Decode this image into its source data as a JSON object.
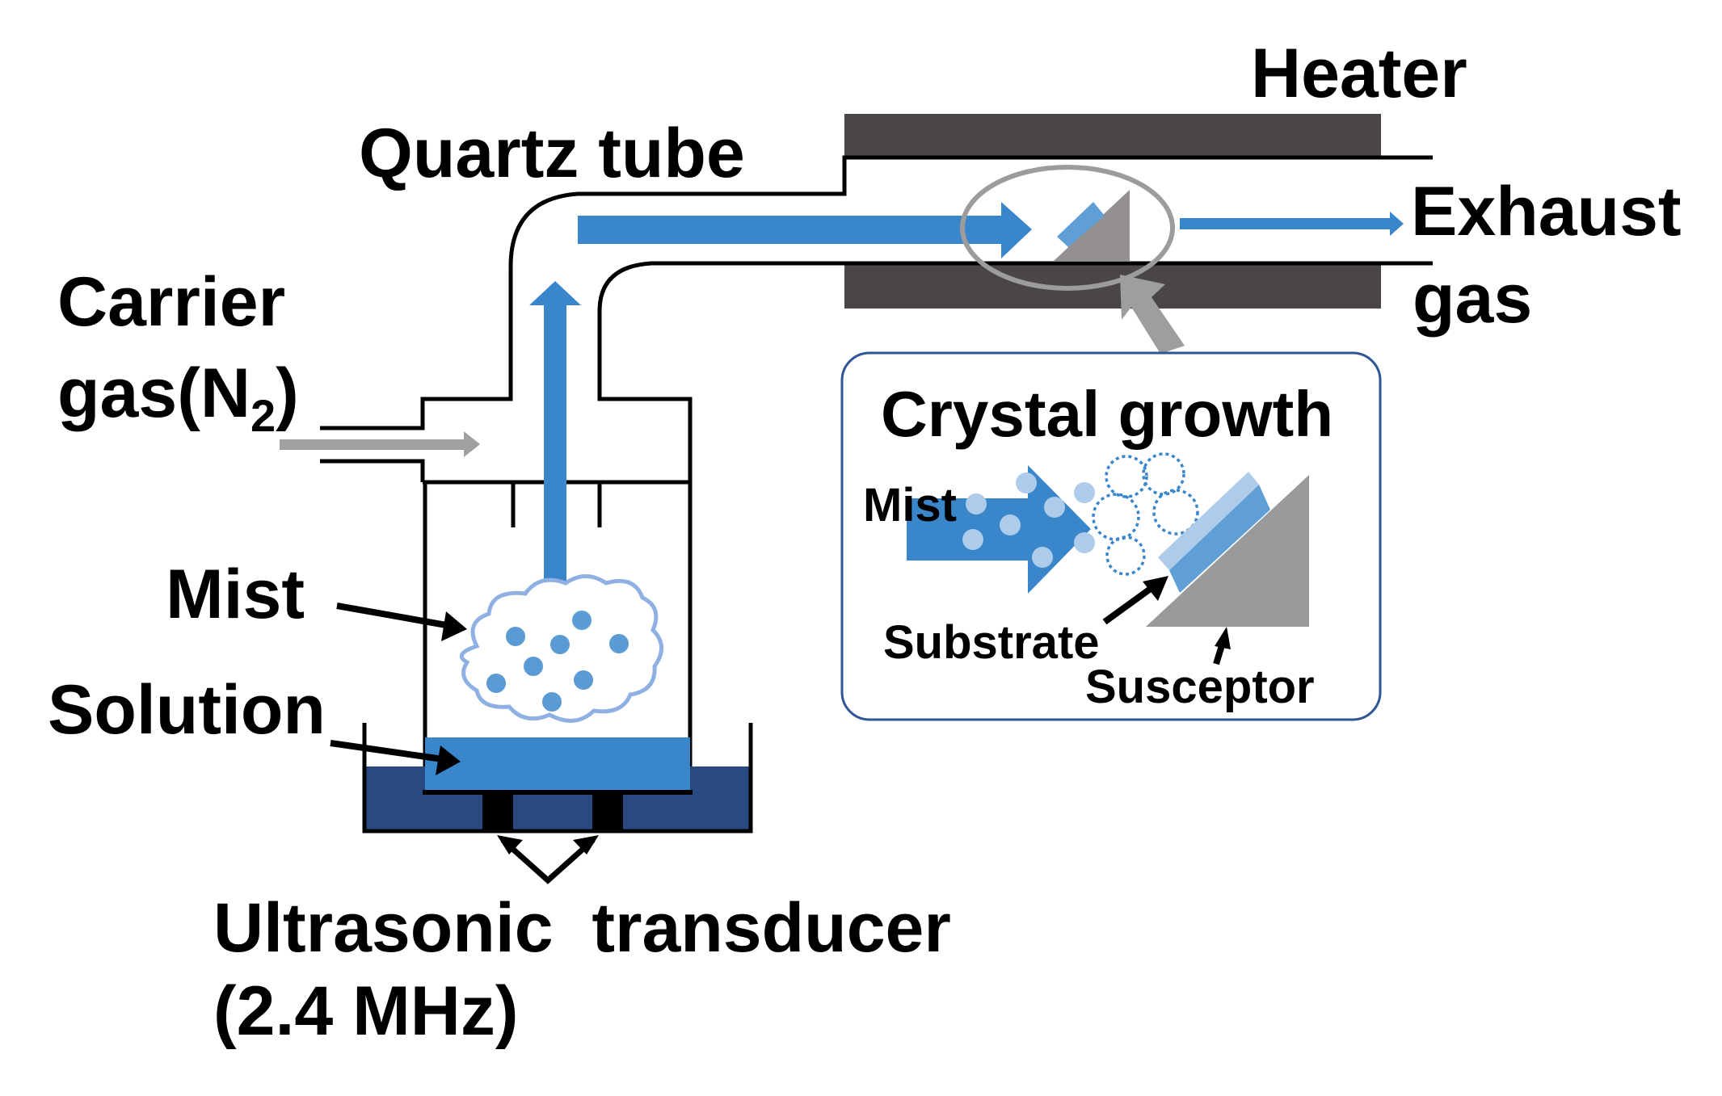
{
  "labels": {
    "heater": "Heater",
    "quartz_tube": "Quartz tube",
    "exhaust_line1": "Exhaust",
    "exhaust_line2": "gas",
    "carrier_line1": "Carrier",
    "carrier_line2_prefix": "gas(N",
    "carrier_line2_sub": "2",
    "carrier_line2_suffix": ")",
    "mist": "Mist",
    "solution": "Solution",
    "transducer_line1": "Ultrasonic  transducer",
    "transducer_line2": "(2.4 MHz)"
  },
  "inset": {
    "title": "Crystal growth",
    "mist": "Mist",
    "substrate": "Substrate",
    "susceptor": "Susceptor"
  },
  "colors": {
    "flow_blue": "#3a86cb",
    "substrate_blue": "#5f9fd6",
    "substrate_light": "#aecbea",
    "mist_dot": "#5b9bd5",
    "cloud_outline": "#8eb0e2",
    "heater": "#4a4646",
    "bath": "#284a80",
    "carrier_gray": "#a0a0a0",
    "susceptor_gray": "#9a9a9a",
    "inset_border": "#2f5597",
    "line": "#000000"
  }
}
